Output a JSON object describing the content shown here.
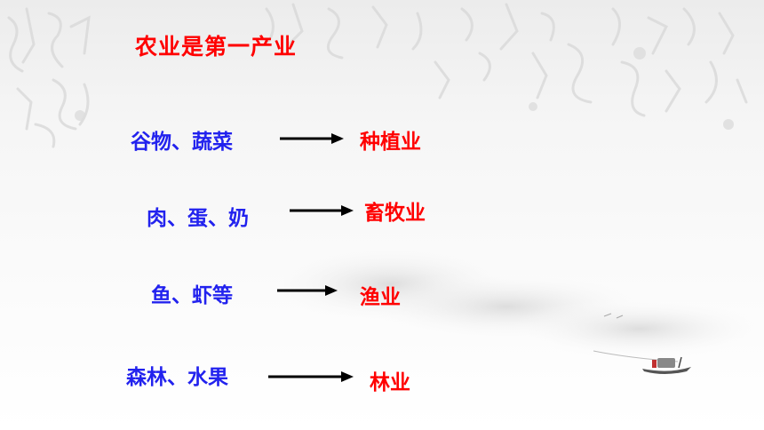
{
  "slide": {
    "title": "农业是第一产业",
    "rows": [
      {
        "source": "谷物、蔬菜",
        "target": "种植业"
      },
      {
        "source": "肉、蛋、奶",
        "target": "畜牧业"
      },
      {
        "source": "鱼、虾等",
        "target": "渔业"
      },
      {
        "source": "森林、水果",
        "target": "林业"
      }
    ]
  },
  "colors": {
    "title": "#ff0000",
    "source_text": "#2222ee",
    "target_text": "#ff0000",
    "arrow": "#000000"
  }
}
